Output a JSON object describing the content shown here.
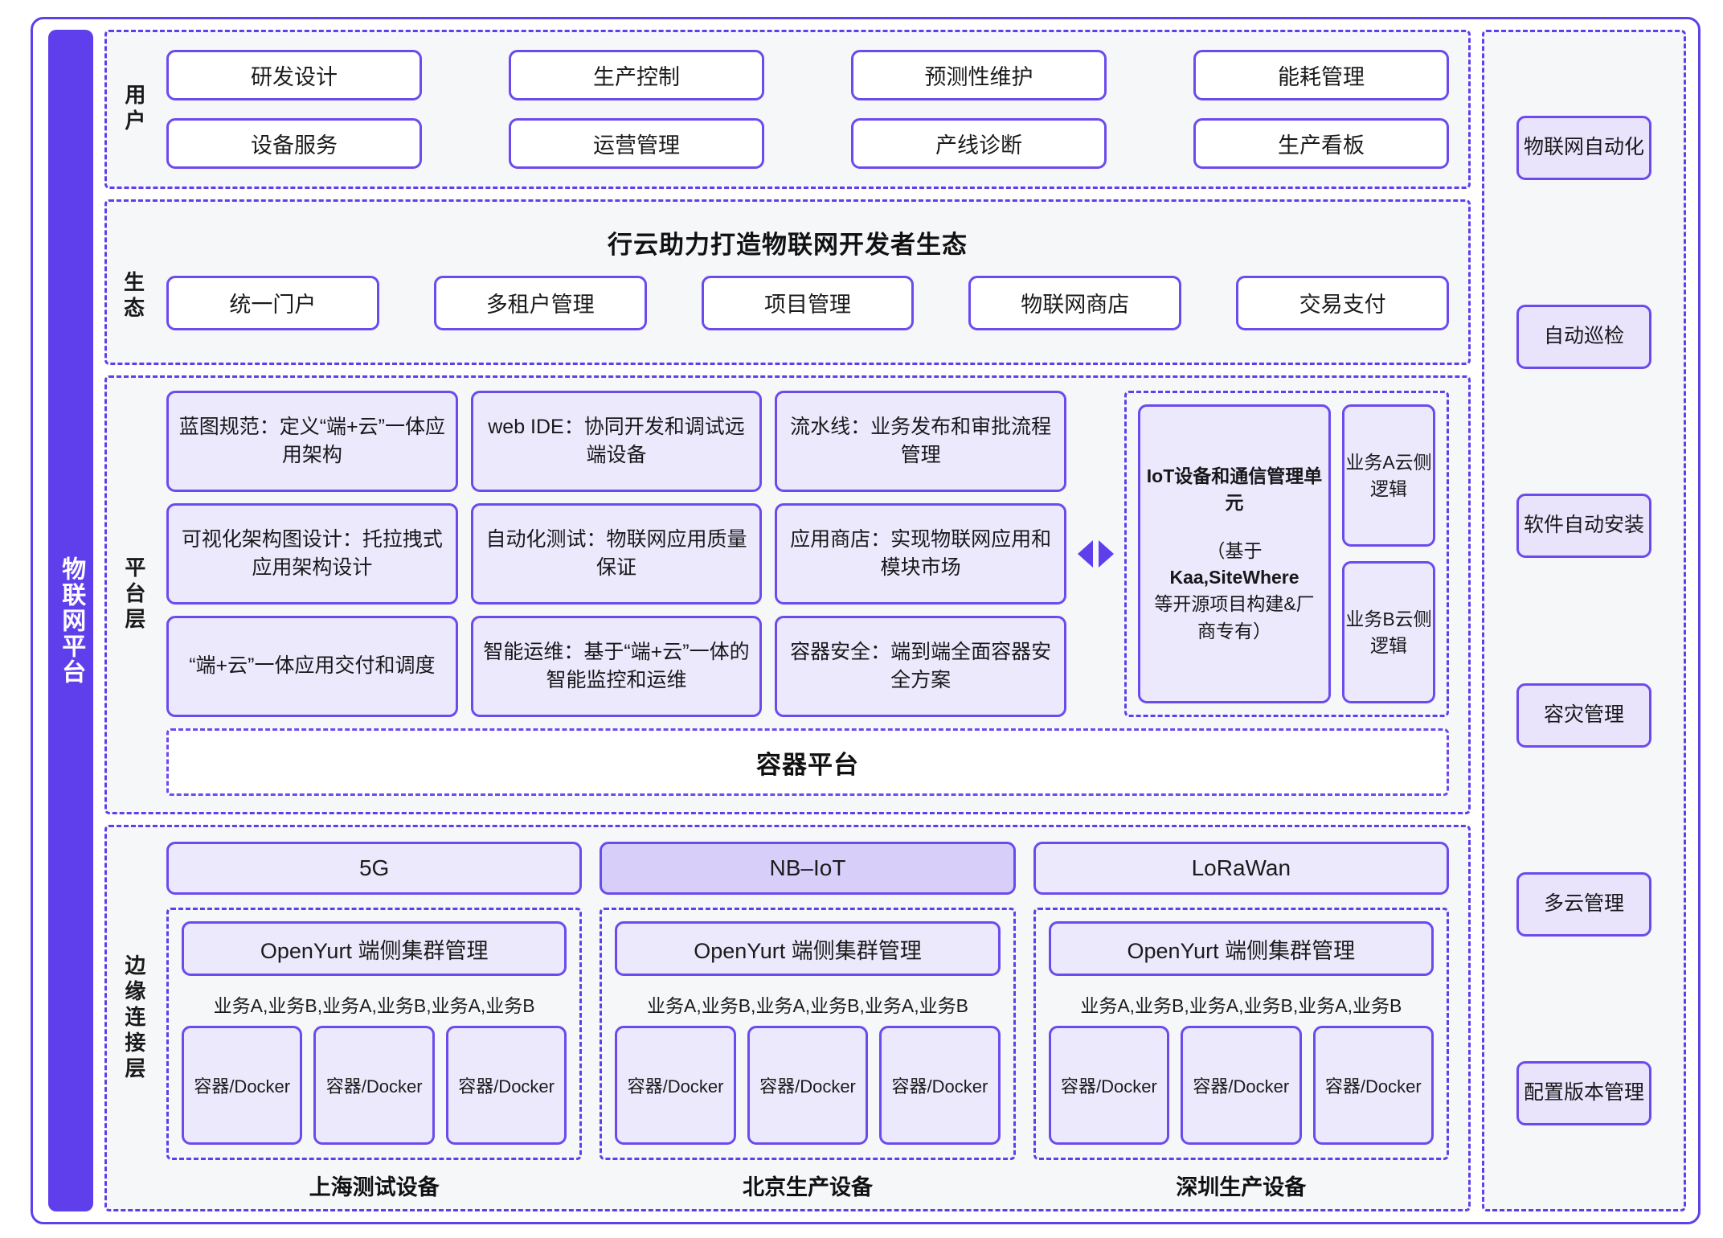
{
  "left_bar": {
    "label": "物联网平台"
  },
  "user_section": {
    "label": "用户",
    "items": [
      "研发设计",
      "生产控制",
      "预测性维护",
      "能耗管理",
      "设备服务",
      "运营管理",
      "产线诊断",
      "生产看板"
    ]
  },
  "eco_section": {
    "label": "生态",
    "title": "行云助力打造物联网开发者生态",
    "items": [
      "统一门户",
      "多租户管理",
      "项目管理",
      "物联网商店",
      "交易支付"
    ]
  },
  "platform_section": {
    "label": "平台层",
    "cards": [
      "蓝图规范：定义“端+云”一体应用架构",
      "web IDE：协同开发和调试远端设备",
      "流水线：业务发布和审批流程管理",
      "可视化架构图设计：托拉拽式应用架构设计",
      "自动化测试：物联网应用质量保证",
      "应用商店：实现物联网应用和模块市场",
      "“端+云”一体应用交付和调度",
      "智能运维：基于“端+云”一体的智能监控和运维",
      "容器安全：端到端全面容器安全方案"
    ],
    "iot_unit": {
      "title": "IoT设备和通信管理单元",
      "note_open": "（基于",
      "note_bold": "Kaa,SiteWhere",
      "note_rest": "等开源项目构建&厂商专有）"
    },
    "iot_side": [
      "业务A云侧逻辑",
      "业务B云侧逻辑"
    ],
    "container_platform": "容器平台"
  },
  "edge_section": {
    "label": "边缘连接层",
    "columns": [
      {
        "network": "5G",
        "network_accent": false,
        "cluster": "OpenYurt 端侧集群管理",
        "services": "业务A,业务B,业务A,业务B,业务A,业务B",
        "containers": [
          "容器/Docker",
          "容器/Docker",
          "容器/Docker"
        ],
        "caption": "上海测试设备"
      },
      {
        "network": "NB–IoT",
        "network_accent": true,
        "cluster": "OpenYurt 端侧集群管理",
        "services": "业务A,业务B,业务A,业务B,业务A,业务B",
        "containers": [
          "容器/Docker",
          "容器/Docker",
          "容器/Docker"
        ],
        "caption": "北京生产设备"
      },
      {
        "network": "LoRaWan",
        "network_accent": false,
        "cluster": "OpenYurt 端侧集群管理",
        "services": "业务A,业务B,业务A,业务B,业务A,业务B",
        "containers": [
          "容器/Docker",
          "容器/Docker",
          "容器/Docker"
        ],
        "caption": "深圳生产设备"
      }
    ]
  },
  "right_rail": {
    "items": [
      "物联网自动化",
      "自动巡检",
      "软件自动安装",
      "容灾管理",
      "多云管理",
      "配置版本管理"
    ]
  },
  "colors": {
    "brand": "#5F3FEB",
    "border": "#6C4BEE",
    "lavender": "#EDE9FC",
    "lavender_accent": "#D8CEFA",
    "section_bg": "#F6F7F9",
    "rail_pill": "#E9E4FB"
  }
}
